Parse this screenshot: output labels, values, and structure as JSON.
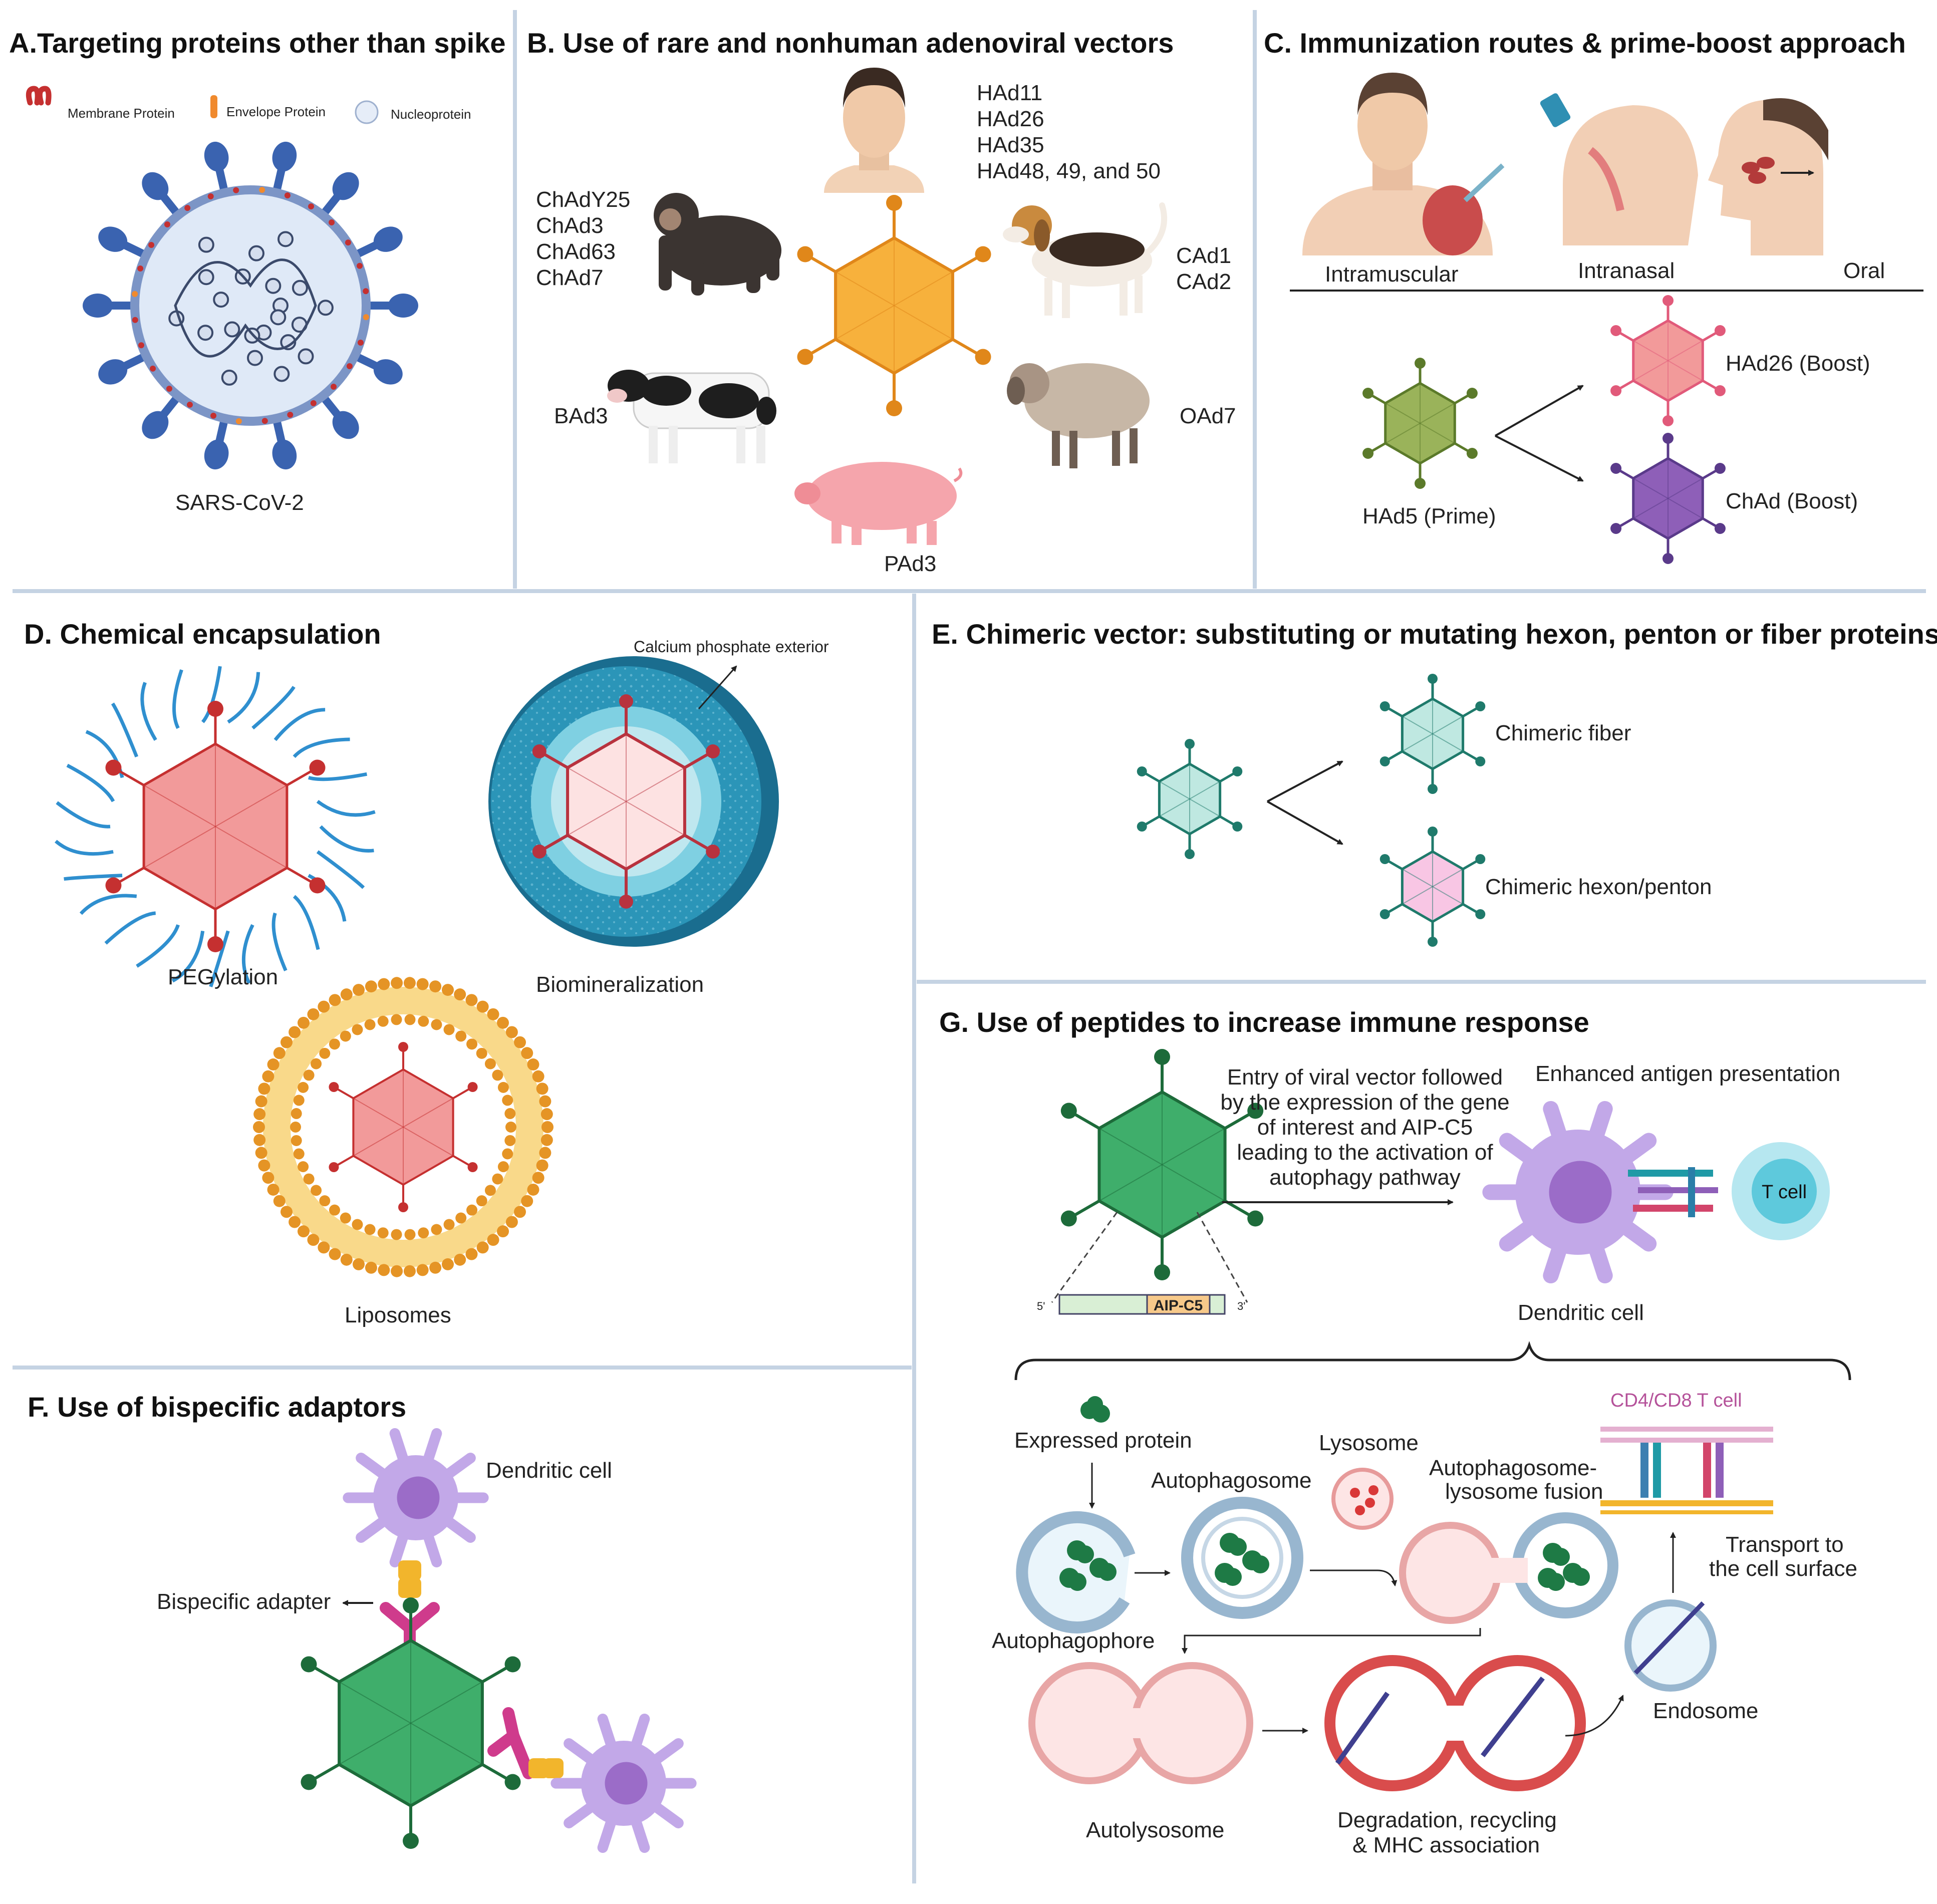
{
  "colors": {
    "divider": "#c5d3e3",
    "virus_body": "#dfe9f7",
    "spike": "#3a63b0",
    "hex_orange": "#f7b13c",
    "hex_red": "#f29a9a",
    "hex_green": "#3fae6b",
    "hex_purple": "#8e5fb8",
    "hex_olive": "#9ab35a",
    "hex_teal": "#bfe8e1",
    "hex_pink": "#f8c6e4",
    "dc_purple": "#c2a8e8",
    "tcell": "#6fd0e0"
  },
  "panelA": {
    "title": "A.Targeting proteins other than spike",
    "legend": {
      "membrane": "Membrane Protein",
      "envelope": "Envelope Protein",
      "nucleo": "Nucleoprotein"
    },
    "caption": "SARS-CoV-2"
  },
  "panelB": {
    "title": "B. Use of rare and nonhuman adenoviral vectors",
    "human_list": [
      "HAd11",
      "HAd26",
      "HAd35",
      "HAd48, 49, and 50"
    ],
    "chimp_list": [
      "ChAdY25",
      "ChAd3",
      "ChAd63",
      "ChAd7"
    ],
    "dog_list": [
      "CAd1",
      "CAd2"
    ],
    "cow": "BAd3",
    "sheep": "OAd7",
    "pig": "PAd3"
  },
  "panelC": {
    "title": "C. Immunization routes & prime-boost approach",
    "routes": [
      "Intramuscular",
      "Intranasal",
      "Oral"
    ],
    "prime": "HAd5 (Prime)",
    "boost1": "HAd26 (Boost)",
    "boost2": "ChAd (Boost)"
  },
  "panelD": {
    "title": "D. Chemical encapsulation",
    "peg": "PEGylation",
    "bio": "Biomineralization",
    "calcium": "Calcium phosphate exterior",
    "lipo": "Liposomes"
  },
  "panelE": {
    "title": "E. Chimeric vector: substituting or mutating hexon, penton or fiber proteins",
    "fiber": "Chimeric fiber",
    "hexon": "Chimeric hexon/penton"
  },
  "panelF": {
    "title": "F. Use of bispecific adaptors",
    "dc": "Dendritic cell",
    "adapter": "Bispecific adapter"
  },
  "panelG": {
    "title": "G. Use of peptides to increase immune response",
    "entry_lines": [
      "Entry of viral vector followed",
      "by the expression of the gene",
      "of interest and AIP-C5",
      "leading to the activation of",
      "autophagy pathway"
    ],
    "enhanced": "Enhanced antigen presentation",
    "tcell": "T cell",
    "dc": "Dendritic cell",
    "gene_label": "AIP-C5",
    "five_prime": "5'",
    "three_prime": "3'",
    "expressed": "Expressed protein",
    "autophagosome": "Autophagosome",
    "lysosome": "Lysosome",
    "fusion_lines": [
      "Autophagosome-",
      "lysosome fusion"
    ],
    "cd4cd8": "CD4/CD8 T cell",
    "autophagophore": "Autophagophore",
    "transport_lines": [
      "Transport to",
      "the cell surface"
    ],
    "endosome": "Endosome",
    "autolysosome": "Autolysosome",
    "degradation_lines": [
      "Degradation, recycling",
      "& MHC association"
    ]
  }
}
